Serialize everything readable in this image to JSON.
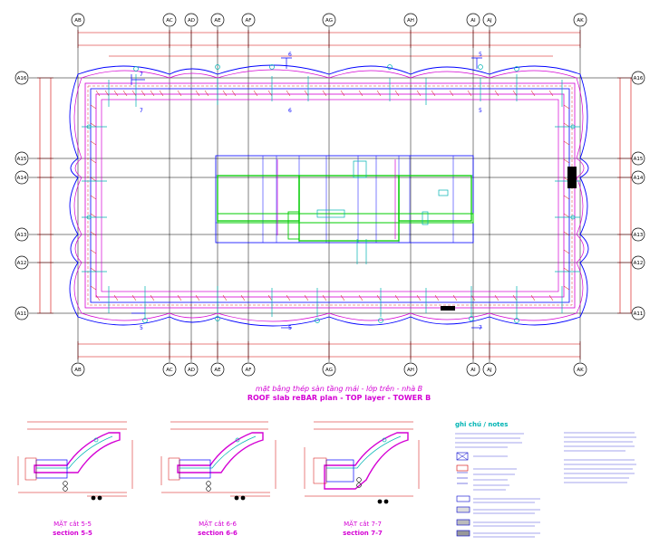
{
  "drawing": {
    "title_vi": "mặt bằng thép sàn tầng mái - lớp trên - nhà B",
    "title_en": "ROOF slab reBAR plan - TOP layer - TOWER B",
    "grid_columns": [
      "AB",
      "AC",
      "AD",
      "AE",
      "AF",
      "AG",
      "AH",
      "AI",
      "AJ",
      "AK"
    ],
    "grid_rows": [
      "A16",
      "A15",
      "A14",
      "A13",
      "A12",
      "A11"
    ],
    "sections": [
      {
        "title_vi": "MẶT cắt 5-5",
        "title_en": "section 5-5"
      },
      {
        "title_vi": "MẶT cắt 6-6",
        "title_en": "section 6-6"
      },
      {
        "title_vi": "MẶT cắt 7-7",
        "title_en": "section 7-7"
      }
    ],
    "notes_title": "ghi chú / notes",
    "colors": {
      "slab_outline": "#d400d4",
      "wall_outline": "#0000ff",
      "dimension": "#d40000",
      "rebar": "#00b4b4",
      "core_walls": "#00cc00",
      "grid": "#000000"
    }
  }
}
